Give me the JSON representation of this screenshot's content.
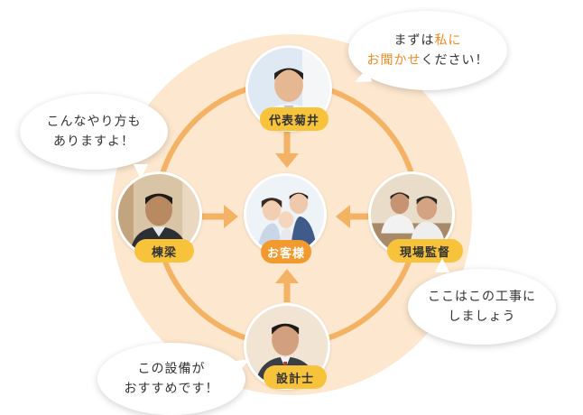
{
  "nodes": {
    "top": {
      "label": "代表菊井"
    },
    "left": {
      "label": "棟梁"
    },
    "right": {
      "label": "現場監督"
    },
    "bottom": {
      "label": "設計士"
    },
    "center": {
      "label": "お客様"
    }
  },
  "bubbles": {
    "top_right": {
      "line1_a": "まずは",
      "line1_b": "私に",
      "line2_a": "お聞かせ",
      "line2_b": "ください！"
    },
    "top_left": {
      "line1": "こんなやり方も",
      "line2": "ありますよ！"
    },
    "bottom_right": {
      "line1": "ここはこの工事に",
      "line2": "しましょう"
    },
    "bottom_left": {
      "line1": "この設備が",
      "line2": "おすすめです！"
    }
  },
  "colors": {
    "circle_bg": "#fde7cf",
    "connector": "#f4b264",
    "label_yellow": "#f7c33b",
    "label_orange": "#f39a2f",
    "highlight_text": "#f0891f"
  }
}
